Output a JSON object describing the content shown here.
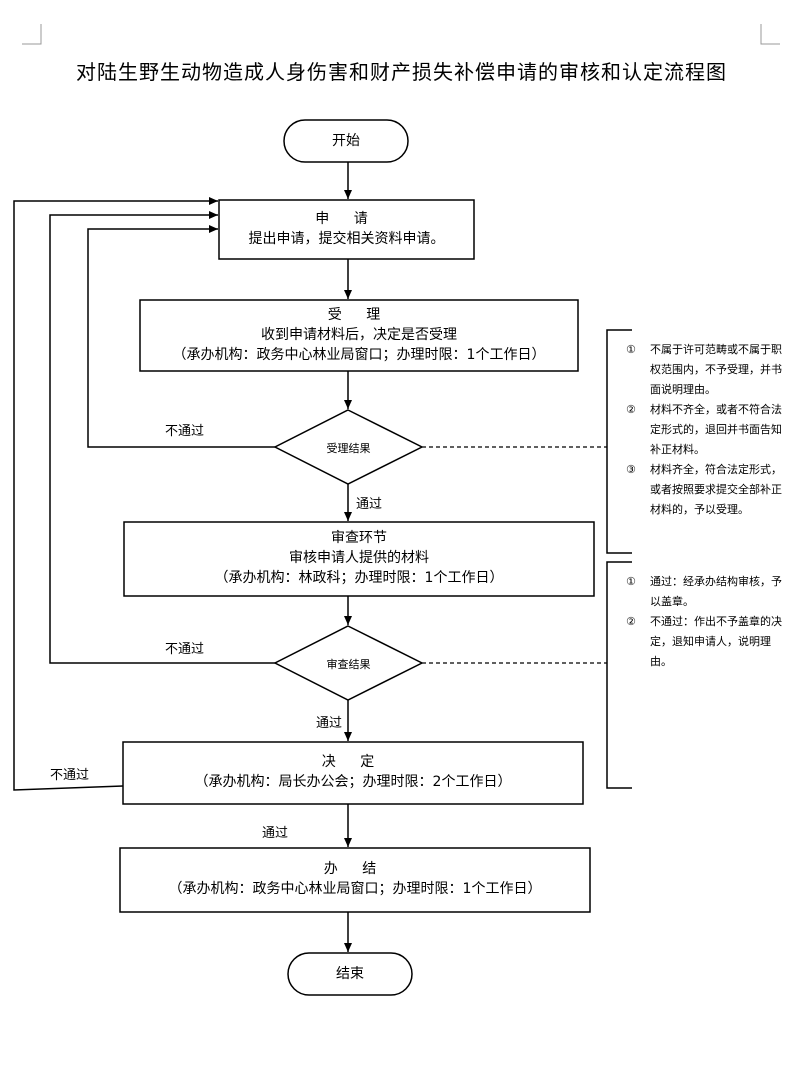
{
  "title": "对陆生野生动物造成人身伤害和财产损失补偿申请的审核和认定流程图",
  "start": "开始",
  "end": "结束",
  "apply": {
    "head": "申 请",
    "line1": "提出申请，提交相关资料申请。"
  },
  "accept": {
    "head": "受 理",
    "line1": "收到申请材料后，决定是否受理",
    "line2": "（承办机构：政务中心林业局窗口；办理时限：1个工作日）"
  },
  "accept_result": "受理结果",
  "review": {
    "head": "审查环节",
    "line1": "审核申请人提供的材料",
    "line2": "（承办机构：林政科；办理时限：1个工作日）"
  },
  "review_result": "审查结果",
  "decide": {
    "head": "决 定",
    "line1": "（承办机构：局长办公会；办理时限：2个工作日）"
  },
  "finish": {
    "head": "办 结",
    "line1": "（承办机构：政务中心林业局窗口；办理时限：1个工作日）"
  },
  "labels": {
    "pass": "通过",
    "fail": "不通过"
  },
  "notes_accept": [
    {
      "num": "①",
      "text": "不属于许可范畴或不属于职权范围内，不予受理，并书面说明理由。"
    },
    {
      "num": "②",
      "text": "材料不齐全，或者不符合法定形式的，退回并书面告知补正材料。"
    },
    {
      "num": "③",
      "text": "材料齐全，符合法定形式，或者按照要求提交全部补正材料的，予以受理。"
    }
  ],
  "notes_review": [
    {
      "num": "①",
      "text": "通过：经承办结构审核，予以盖章。"
    },
    {
      "num": "②",
      "text": "不通过：作出不予盖章的决定，退知申请人，说明理由。"
    }
  ]
}
